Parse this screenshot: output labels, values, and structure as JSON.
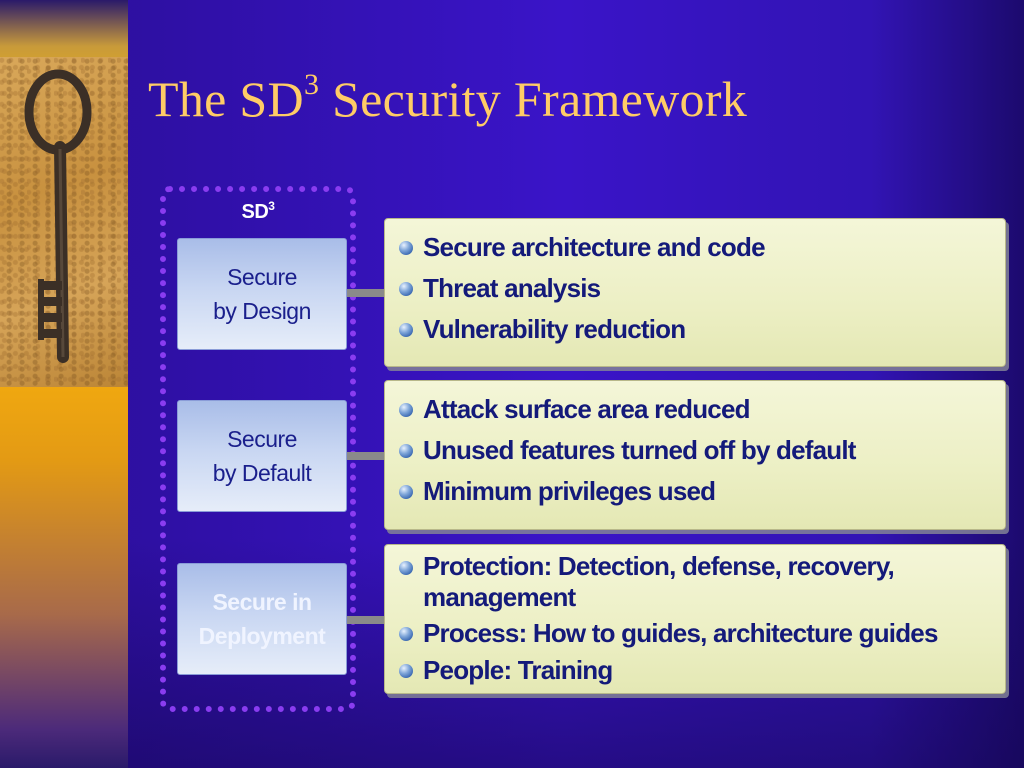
{
  "slide": {
    "title_main": "The SD",
    "title_sup": "3",
    "title_end": " Security Framework"
  },
  "framework": {
    "label_main": "SD",
    "label_sup": "3"
  },
  "phases": [
    {
      "line1": "Secure",
      "line2": "by Design",
      "items": [
        "Secure architecture and code",
        "Threat analysis",
        "Vulnerability reduction"
      ]
    },
    {
      "line1": "Secure",
      "line2": "by Default",
      "items": [
        "Attack surface area reduced",
        "Unused features turned off by default",
        "Minimum privileges used"
      ]
    },
    {
      "line1": "Secure in",
      "line2": "Deployment",
      "items": [
        "Protection: Detection, defense, recovery, management",
        "Process: How to guides, architecture guides",
        "People: Training"
      ]
    }
  ],
  "colors": {
    "title": "#ffcc66",
    "text": "#141a7a",
    "frame": "#8a3cf0",
    "background": "#3a14c8",
    "accent_bar": "#f2b411"
  },
  "icons": {
    "key_image": "key-icon",
    "bullet": "bullet-sphere-icon"
  }
}
